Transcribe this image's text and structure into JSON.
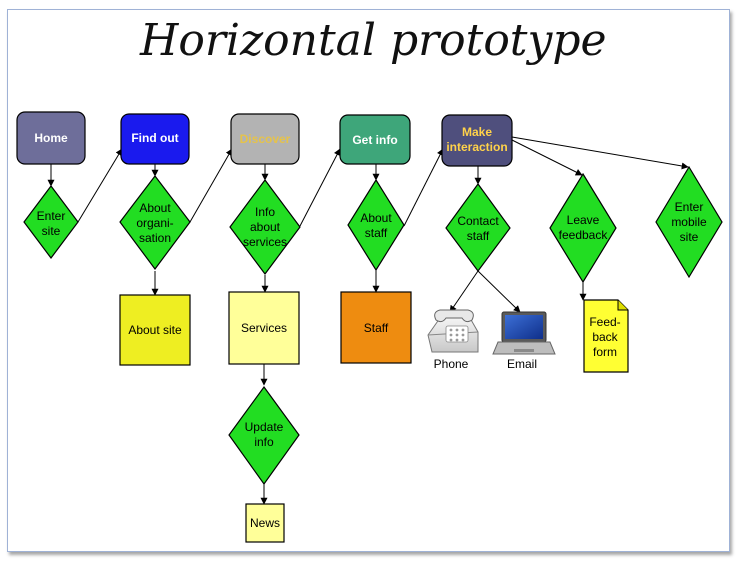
{
  "title": "Horizontal prototype",
  "colors": {
    "diamond": "#22dd22",
    "home": "#6e6e9a",
    "find_out": "#1a1aee",
    "discover": "#b3b3b3",
    "discover_text": "#e6c34a",
    "get_info": "#3ea67a",
    "make_interaction": "#4f4f7d",
    "make_interaction_text": "#ffd24a",
    "about_site_box": "#eeee22",
    "services_box": "#ffff99",
    "staff_box": "#ee8c10",
    "news_box": "#ffff99",
    "feedback_form": "#ffff33"
  },
  "nodes": {
    "home": "Home",
    "find_out": "Find out",
    "discover": "Discover",
    "get_info": "Get info",
    "make_interaction": [
      "Make",
      "interaction"
    ],
    "enter_site": [
      "Enter",
      "site"
    ],
    "about_organisation": [
      "About",
      "organi-",
      "sation"
    ],
    "info_about_services": [
      "Info",
      "about",
      "services"
    ],
    "about_staff": [
      "About",
      "staff"
    ],
    "contact_staff": [
      "Contact",
      "staff"
    ],
    "leave_feedback": [
      "Leave",
      "feedback"
    ],
    "enter_mobile_site": [
      "Enter",
      "mobile",
      "site"
    ],
    "about_site": "About site",
    "services": "Services",
    "staff": "Staff",
    "update_info": [
      "Update",
      "info"
    ],
    "news": "News",
    "feedback_form": [
      "Feed-",
      "back",
      "form"
    ],
    "phone": "Phone",
    "email": "Email"
  }
}
